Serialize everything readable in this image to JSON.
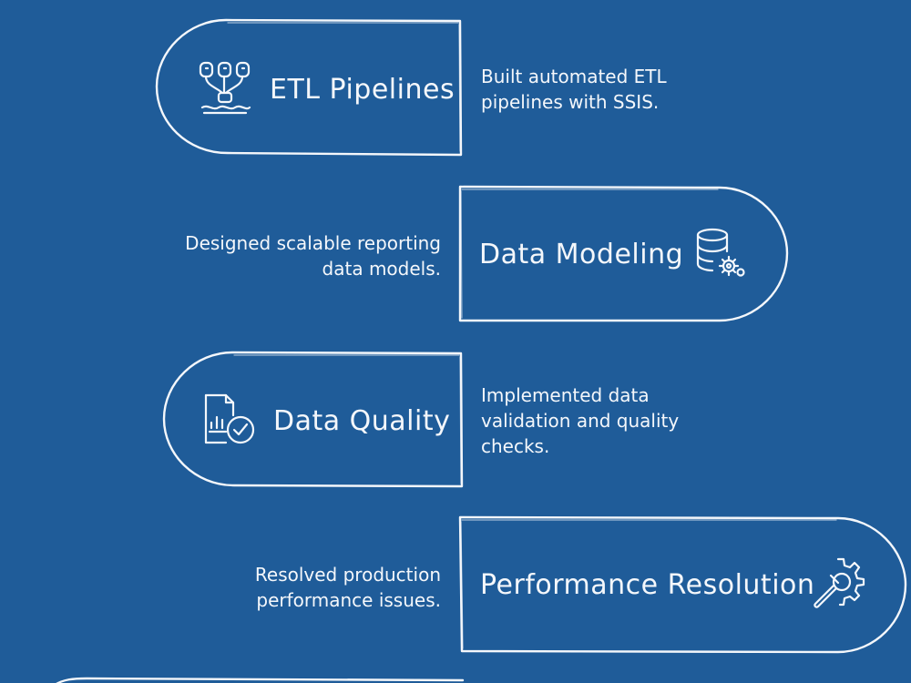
{
  "theme": {
    "background": "#1f5c99",
    "stroke": "#f4f7fb"
  },
  "steps": [
    {
      "title": "ETL Pipelines",
      "description": "Built automated ETL\npipelines with SSIS.",
      "icon": "pipeline-icon"
    },
    {
      "title": "Data Modeling",
      "description": "Designed scalable reporting\ndata models.",
      "icon": "database-settings-icon"
    },
    {
      "title": "Data Quality",
      "description": "Implemented data\nvalidation and quality\nchecks.",
      "icon": "document-check-icon"
    },
    {
      "title": "Performance Resolution",
      "description": "Resolved production\nperformance issues.",
      "icon": "gear-wrench-icon"
    }
  ]
}
